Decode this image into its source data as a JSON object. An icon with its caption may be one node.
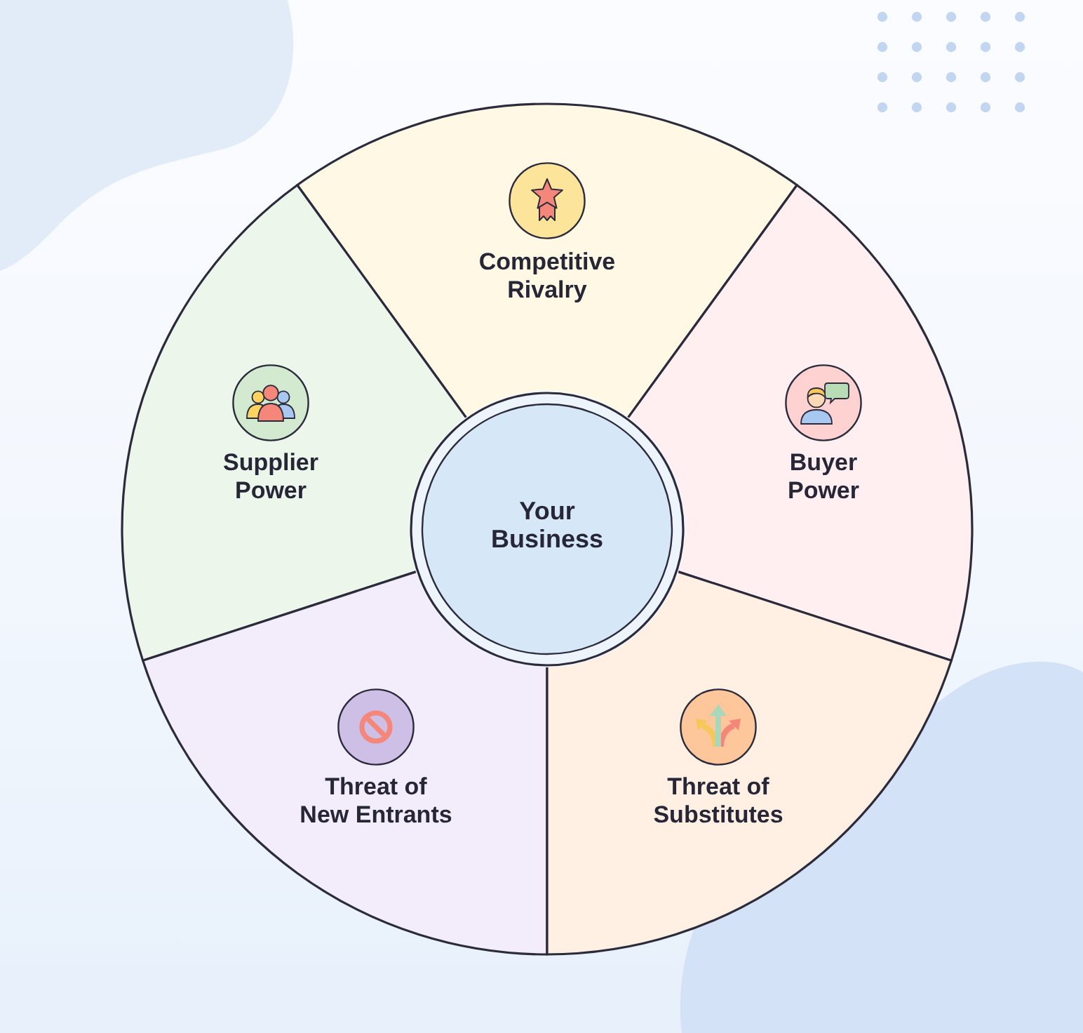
{
  "diagram": {
    "nodes": [
      {
        "text": [
          "Competitive Rivalry"
        ]
      },
      {
        "text": [
          "Supplier Power"
        ]
      },
      {
        "text": [
          "Your Business"
        ]
      },
      {
        "text": [
          "Buyer Power"
        ]
      },
      {
        "text": [
          "Threat of New Entrants"
        ]
      },
      {
        "text": [
          "Threat of Substitutes"
        ]
      }
    ]
  }
}
